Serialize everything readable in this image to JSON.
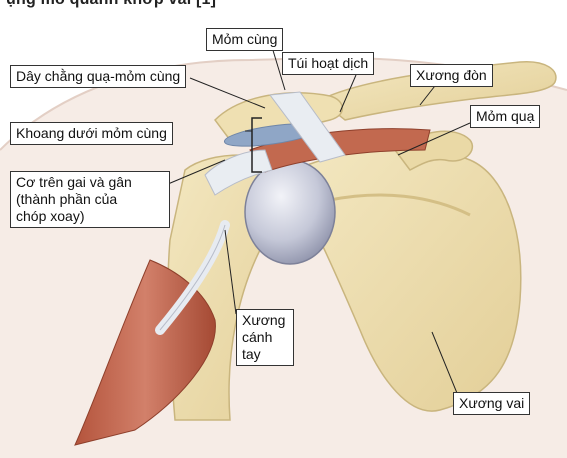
{
  "caption_fragment": "ụng mô quanh khớp vai [1]",
  "labels": {
    "acromion_tip": "Mỏm cùng",
    "bursa": "Túi hoạt dịch",
    "coracoacromial_ligament": "Dây chằng quạ-mỏm cùng",
    "clavicle": "Xương đòn",
    "subacromial_space": "Khoang dưới mỏm cùng",
    "coracoid": "Mỏm quạ",
    "supraspinatus": [
      "Cơ trên gai và gân",
      "(thành phần của",
      "chóp xoay)"
    ],
    "humerus": [
      "Xương",
      "cánh",
      "tay"
    ],
    "scapula": "Xương vai"
  },
  "colors": {
    "bone": "#eedfb0",
    "bone_shadow": "#d9c48a",
    "muscle": "#c0664d",
    "muscle_dark": "#9a4430",
    "tendon": "#e9edf2",
    "cartilage": "#a9aec4",
    "bursa": "#8fa6c6",
    "skin": "#f3e6df",
    "leader": "#222222"
  }
}
